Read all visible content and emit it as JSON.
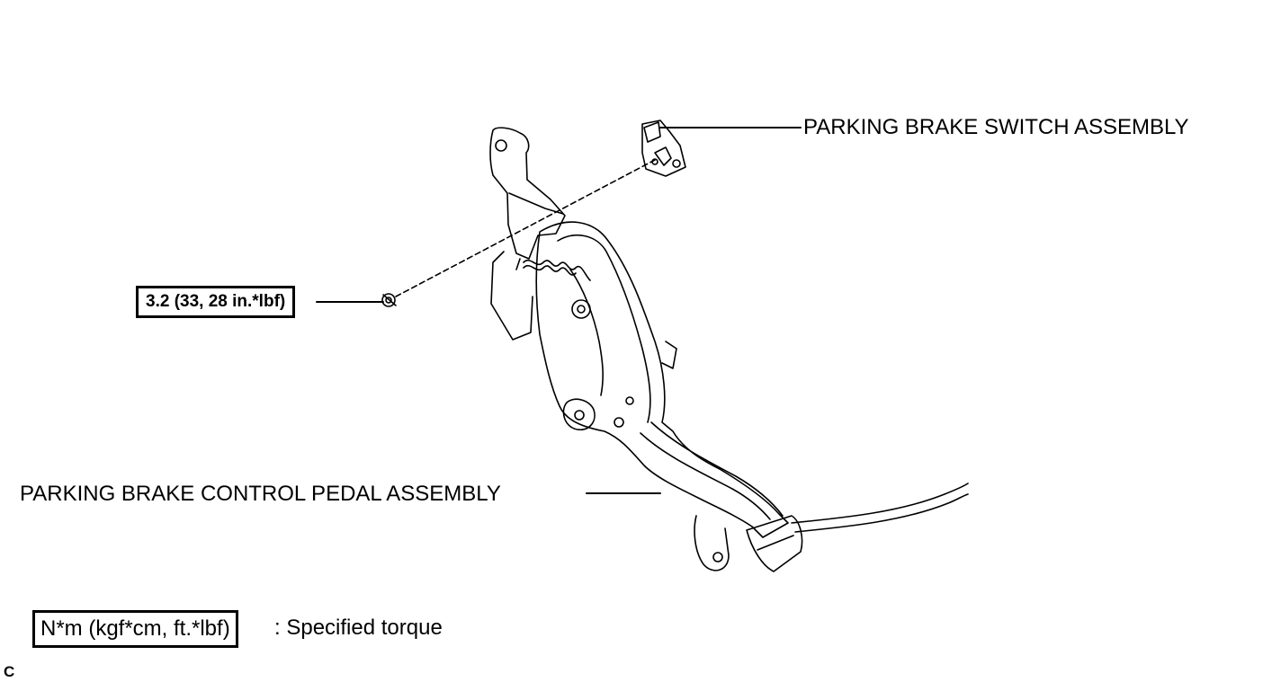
{
  "labels": {
    "switch_assembly": "PARKING BRAKE SWITCH ASSEMBLY",
    "pedal_assembly": "PARKING BRAKE CONTROL PEDAL ASSEMBLY"
  },
  "torque": {
    "bolt_spec": "3.2 (33, 28 in.*lbf)"
  },
  "legend": {
    "unit_box": "N*m (kgf*cm, ft.*lbf)",
    "description": ": Specified torque"
  },
  "corner_code": "C"
}
